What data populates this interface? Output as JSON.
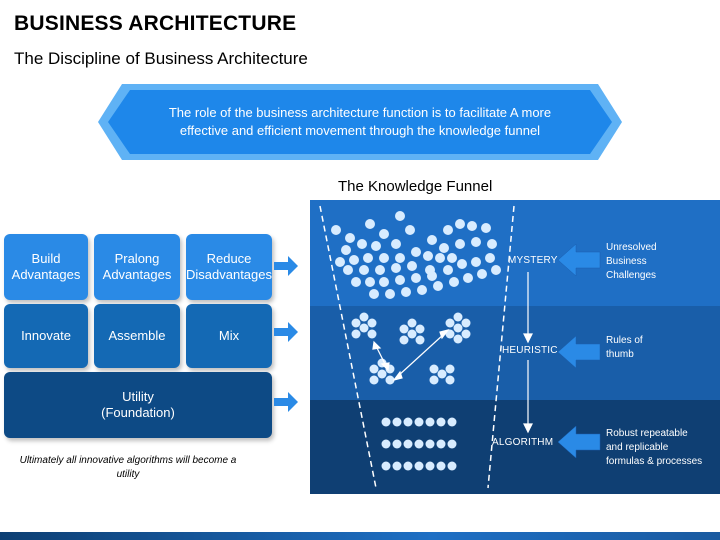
{
  "header": {
    "title": "BUSINESS ARCHITECTURE",
    "subtitle": "The Discipline of Business Architecture"
  },
  "banner": {
    "text": "The role of the business architecture function is to facilitate A more effective and efficient movement through the knowledge funnel"
  },
  "grid": {
    "row1": [
      "Build\nAdvantages",
      "Pralong\nAdvantages",
      "Reduce\nDisadvantages"
    ],
    "row2": [
      "Innovate",
      "Assemble",
      "Mix"
    ],
    "row3": "Utility\n(Foundation)"
  },
  "caption": "Ultimately all innovative algorithms will become a utility",
  "funnel": {
    "title": "The Knowledge Funnel",
    "stages": [
      "MYSTERY",
      "HEURISTIC",
      "ALGORITHM"
    ],
    "descriptions": [
      "Unresolved\nBusiness\nChallenges",
      "Rules of\nthumb",
      "Robust repeatable\nand replicable\nformulas & processes"
    ]
  },
  "colors": {
    "box_light": "#2a8ae6",
    "box_mid": "#1469b4",
    "box_dark": "#0d4a85",
    "panel_top": "#1f6fc5",
    "panel_mid": "#195ea9",
    "panel_bottom": "#0f3f73",
    "circle": "#d8ecff"
  }
}
